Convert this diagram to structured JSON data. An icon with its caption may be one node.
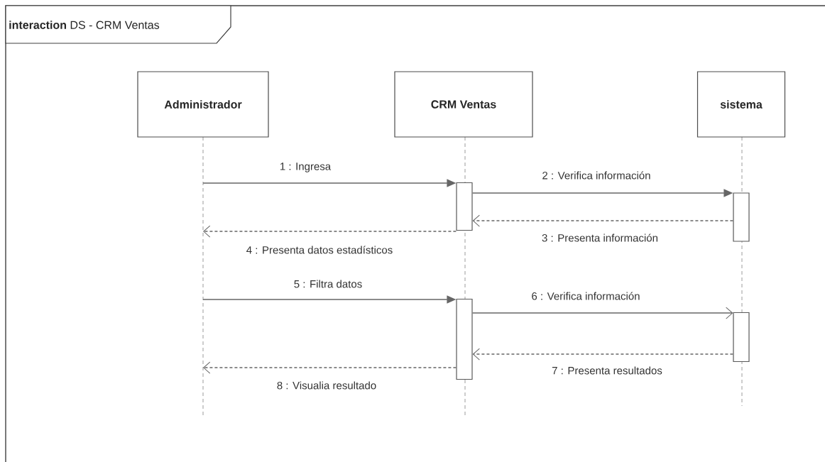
{
  "diagram": {
    "title": "**interaction** DS - CRM Ventas",
    "nodes": [
      {
        "text": [
          "Administrador"
        ]
      },
      {
        "text": [
          "CRM Ventas"
        ]
      },
      {
        "text": [
          "sistema"
        ]
      },
      {
        "text": [],
        "shape": "bar"
      },
      {
        "text": [],
        "shape": "bar"
      },
      {
        "text": [],
        "shape": "bar"
      },
      {
        "text": [],
        "shape": "bar"
      }
    ],
    "edges": [
      {
        "from": null,
        "to": 3,
        "arrow": "to",
        "label": "1 : Ingresa"
      },
      {
        "from": 3,
        "to": 4,
        "arrow": "to",
        "label": "2 : Verifica información"
      },
      {
        "from": 4,
        "to": 3,
        "arrow": "to",
        "label": "3 : Presenta información",
        "style": "dashed"
      },
      {
        "from": 3,
        "to": null,
        "arrow": "to",
        "label": "4 : Presenta datos estadísticos",
        "style": "dashed"
      },
      {
        "from": null,
        "to": 5,
        "arrow": "to",
        "label": "5 : Filtra datos"
      },
      {
        "from": 5,
        "to": 6,
        "arrow": "to",
        "label": "6 : Verifica información"
      },
      {
        "from": 6,
        "to": 5,
        "arrow": "to",
        "label": "7 : Presenta resultados",
        "style": "dashed"
      },
      {
        "from": 5,
        "to": null,
        "arrow": "to",
        "label": "8 : Visualia resultado",
        "style": "dashed"
      }
    ]
  }
}
